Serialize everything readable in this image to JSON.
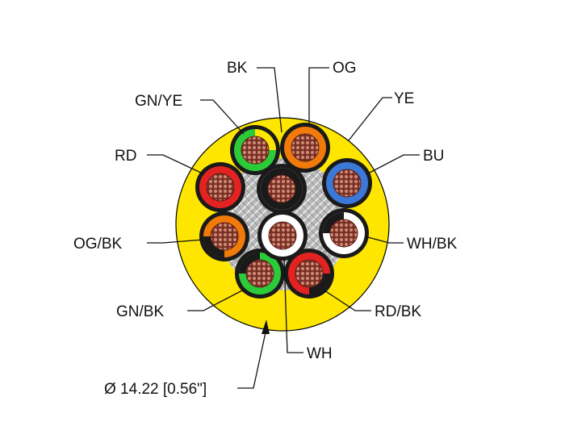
{
  "colors": {
    "jacket": "#FFE600",
    "filler": "#C8C8C8",
    "copper": "#8A3A2E",
    "copper_dot": "#C98A73"
  },
  "conductors": [
    {
      "code": "BK",
      "main": "#1A1A1A",
      "stripe": ""
    },
    {
      "code": "OG",
      "main": "#F07A0A",
      "stripe": ""
    },
    {
      "code": "YE",
      "main": "#FFE600",
      "stripe": ""
    },
    {
      "code": "GN/YE",
      "main": "#2CCB3A",
      "stripe": "#FFE600"
    },
    {
      "code": "RD",
      "main": "#E32222",
      "stripe": ""
    },
    {
      "code": "BU",
      "main": "#3C78D8",
      "stripe": ""
    },
    {
      "code": "OG/BK",
      "main": "#F07A0A",
      "stripe": "#1A1A1A"
    },
    {
      "code": "WH/BK",
      "main": "#FFFFFF",
      "stripe": "#1A1A1A"
    },
    {
      "code": "GN/BK",
      "main": "#2CCB3A",
      "stripe": "#1A1A1A"
    },
    {
      "code": "RD/BK",
      "main": "#E32222",
      "stripe": "#1A1A1A"
    },
    {
      "code": "WH",
      "main": "#FFFFFF",
      "stripe": ""
    }
  ],
  "diameter_label": "Ø 14.22 [0.56\"]"
}
